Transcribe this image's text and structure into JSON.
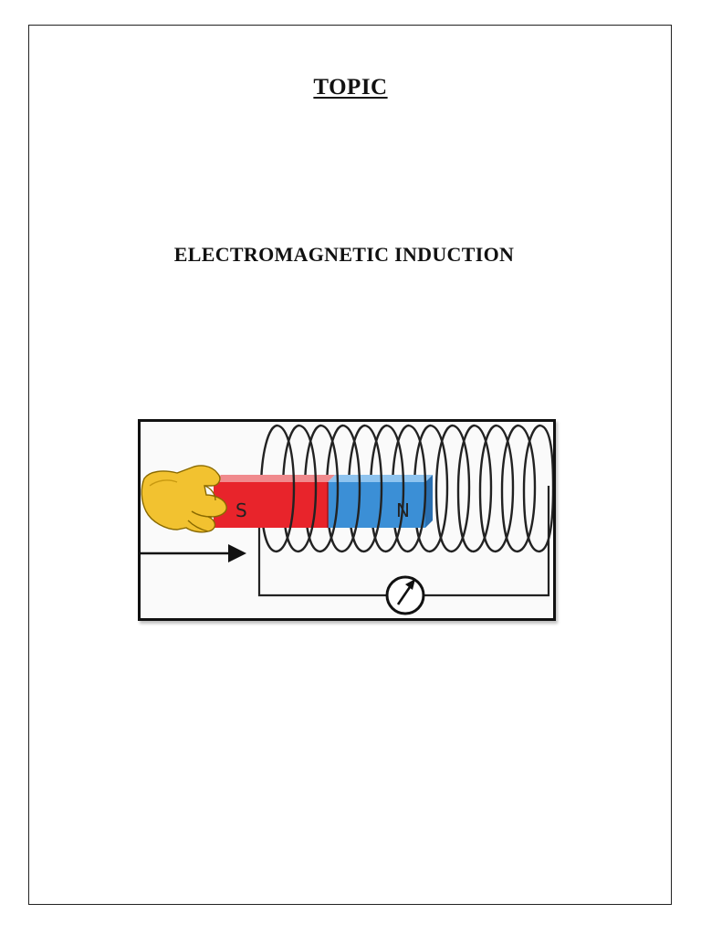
{
  "page": {
    "heading": "TOPIC",
    "title": "ELECTROMAGNETIC INDUCTION"
  },
  "figure": {
    "magnet": {
      "south_label": "S",
      "north_label": "N",
      "south_color": "#e8242b",
      "north_color": "#3b8fd6"
    },
    "icons": [
      "hand-icon",
      "arrow-right-icon",
      "galvanometer-icon",
      "coil"
    ]
  }
}
